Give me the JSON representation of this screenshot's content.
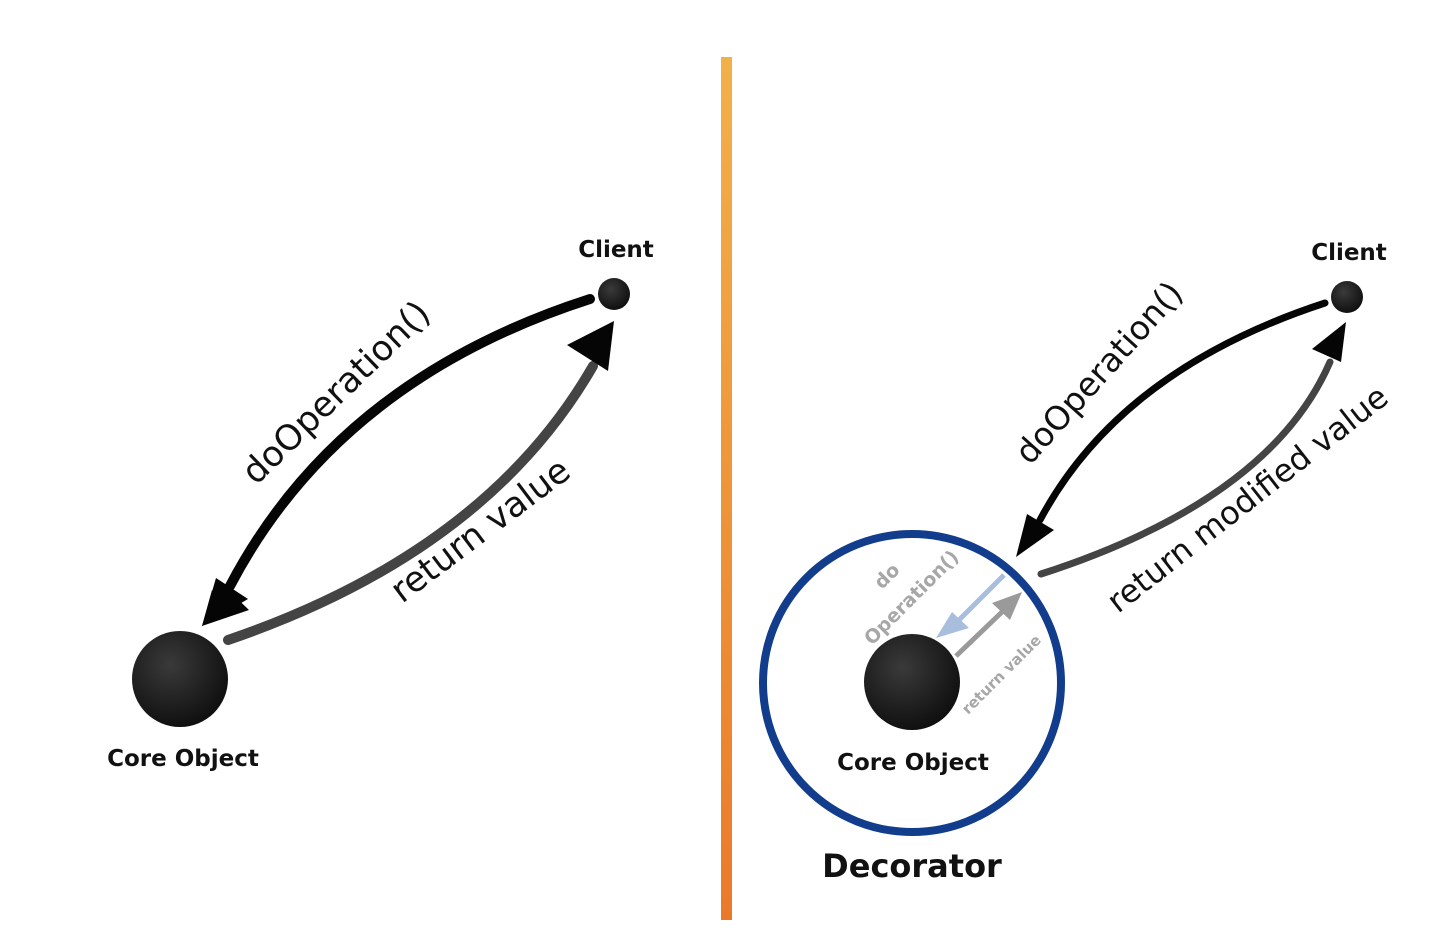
{
  "left_panel": {
    "client_label": "Client",
    "core_label": "Core Object",
    "call_label": "doOperation()",
    "return_label": "return value"
  },
  "right_panel": {
    "client_label": "Client",
    "core_label": "Core Object",
    "decorator_label": "Decorator",
    "call_label": "doOperation()",
    "return_label": "return modified value",
    "inner_call_label_line1": "do",
    "inner_call_label_line2": "Operation()",
    "inner_return_label": "return value"
  },
  "colors": {
    "divider_top": "#f2b04a",
    "divider_bottom": "#ea7a2a",
    "decorator_ring": "#123c8c",
    "node_fill": "#151515",
    "call_arrow": "#050505",
    "return_arrow": "#444444",
    "inner_call_arrow": "#a9bedc",
    "inner_return_arrow": "#9a9a9a"
  }
}
